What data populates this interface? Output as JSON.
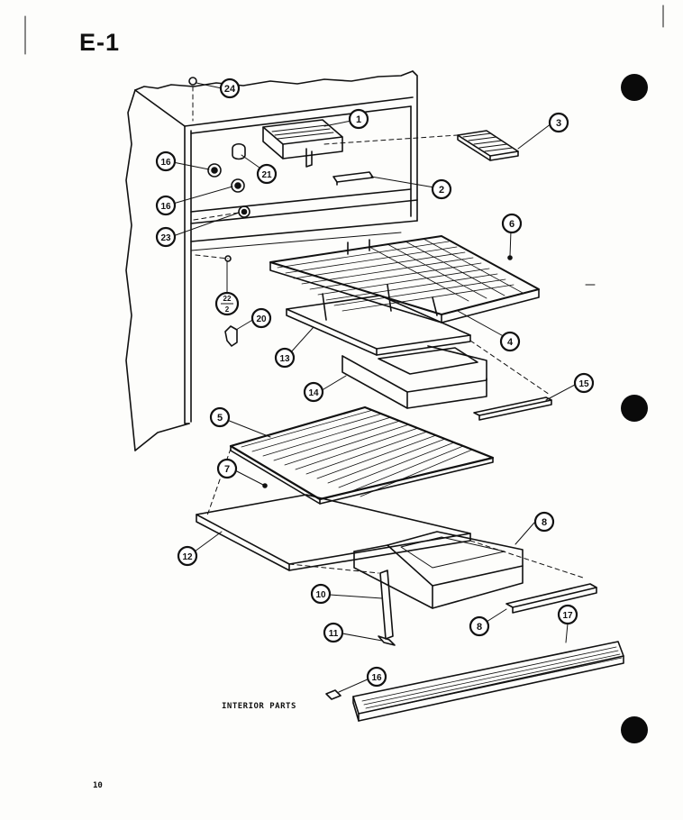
{
  "page": {
    "title": "E-1",
    "caption": "INTERIOR PARTS",
    "page_number": "10"
  },
  "diagram": {
    "callouts": [
      {
        "id": "1",
        "label": "1"
      },
      {
        "id": "2",
        "label": "2"
      },
      {
        "id": "3",
        "label": "3"
      },
      {
        "id": "4",
        "label": "4"
      },
      {
        "id": "5",
        "label": "5"
      },
      {
        "id": "6",
        "label": "6"
      },
      {
        "id": "7",
        "label": "7"
      },
      {
        "id": "8a",
        "label": "8"
      },
      {
        "id": "8b",
        "label": "8"
      },
      {
        "id": "10",
        "label": "10"
      },
      {
        "id": "11",
        "label": "11"
      },
      {
        "id": "12",
        "label": "12"
      },
      {
        "id": "13",
        "label": "13"
      },
      {
        "id": "14",
        "label": "14"
      },
      {
        "id": "15",
        "label": "15"
      },
      {
        "id": "16a",
        "label": "16"
      },
      {
        "id": "16b",
        "label": "16"
      },
      {
        "id": "16c",
        "label": "16"
      },
      {
        "id": "17",
        "label": "17"
      },
      {
        "id": "20",
        "label": "20"
      },
      {
        "id": "21",
        "label": "21"
      },
      {
        "id": "22",
        "label": "22",
        "sublabel": "2"
      },
      {
        "id": "23",
        "label": "23"
      },
      {
        "id": "24",
        "label": "24"
      }
    ]
  }
}
